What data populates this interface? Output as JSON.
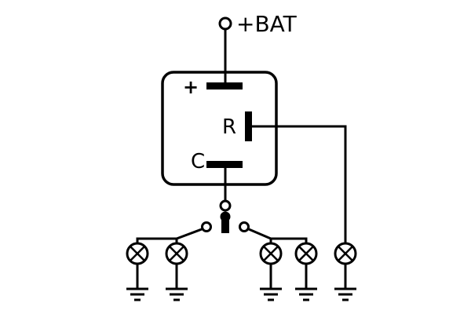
{
  "labels": {
    "battery": "+BAT",
    "plus_terminal": "+",
    "r_terminal": "R",
    "c_terminal": "C"
  },
  "colors": {
    "line": "#000000",
    "background": "#ffffff"
  }
}
